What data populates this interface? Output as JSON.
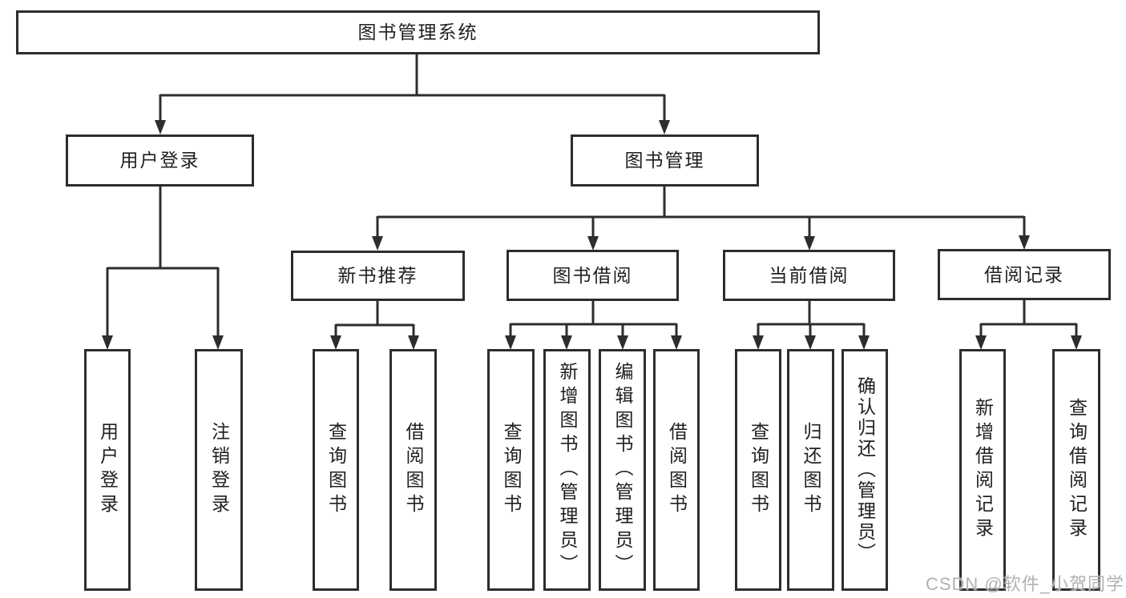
{
  "diagram": {
    "colors": {
      "line": "#2d2d2d",
      "text": "#1f1f1f",
      "background": "#ffffff",
      "watermark": "#adadad"
    },
    "root": {
      "label": "图书管理系统"
    },
    "branches": [
      {
        "label": "用户登录",
        "children": [
          "用户登录",
          "注销登录"
        ]
      },
      {
        "label": "图书管理",
        "children": [
          {
            "label": "新书推荐",
            "children": [
              "查询图书",
              "借阅图书"
            ]
          },
          {
            "label": "图书借阅",
            "children": [
              "查询图书",
              "新增图书（管理员）",
              "编辑图书（管理员）",
              "借阅图书"
            ]
          },
          {
            "label": "当前借阅",
            "children": [
              "查询图书",
              "归还图书",
              "确认归还（管理员）"
            ]
          },
          {
            "label": "借阅记录",
            "children": [
              "新增借阅记录",
              "查询借阅记录"
            ]
          }
        ]
      }
    ],
    "watermark": "CSDN @软件_小贺同学"
  }
}
